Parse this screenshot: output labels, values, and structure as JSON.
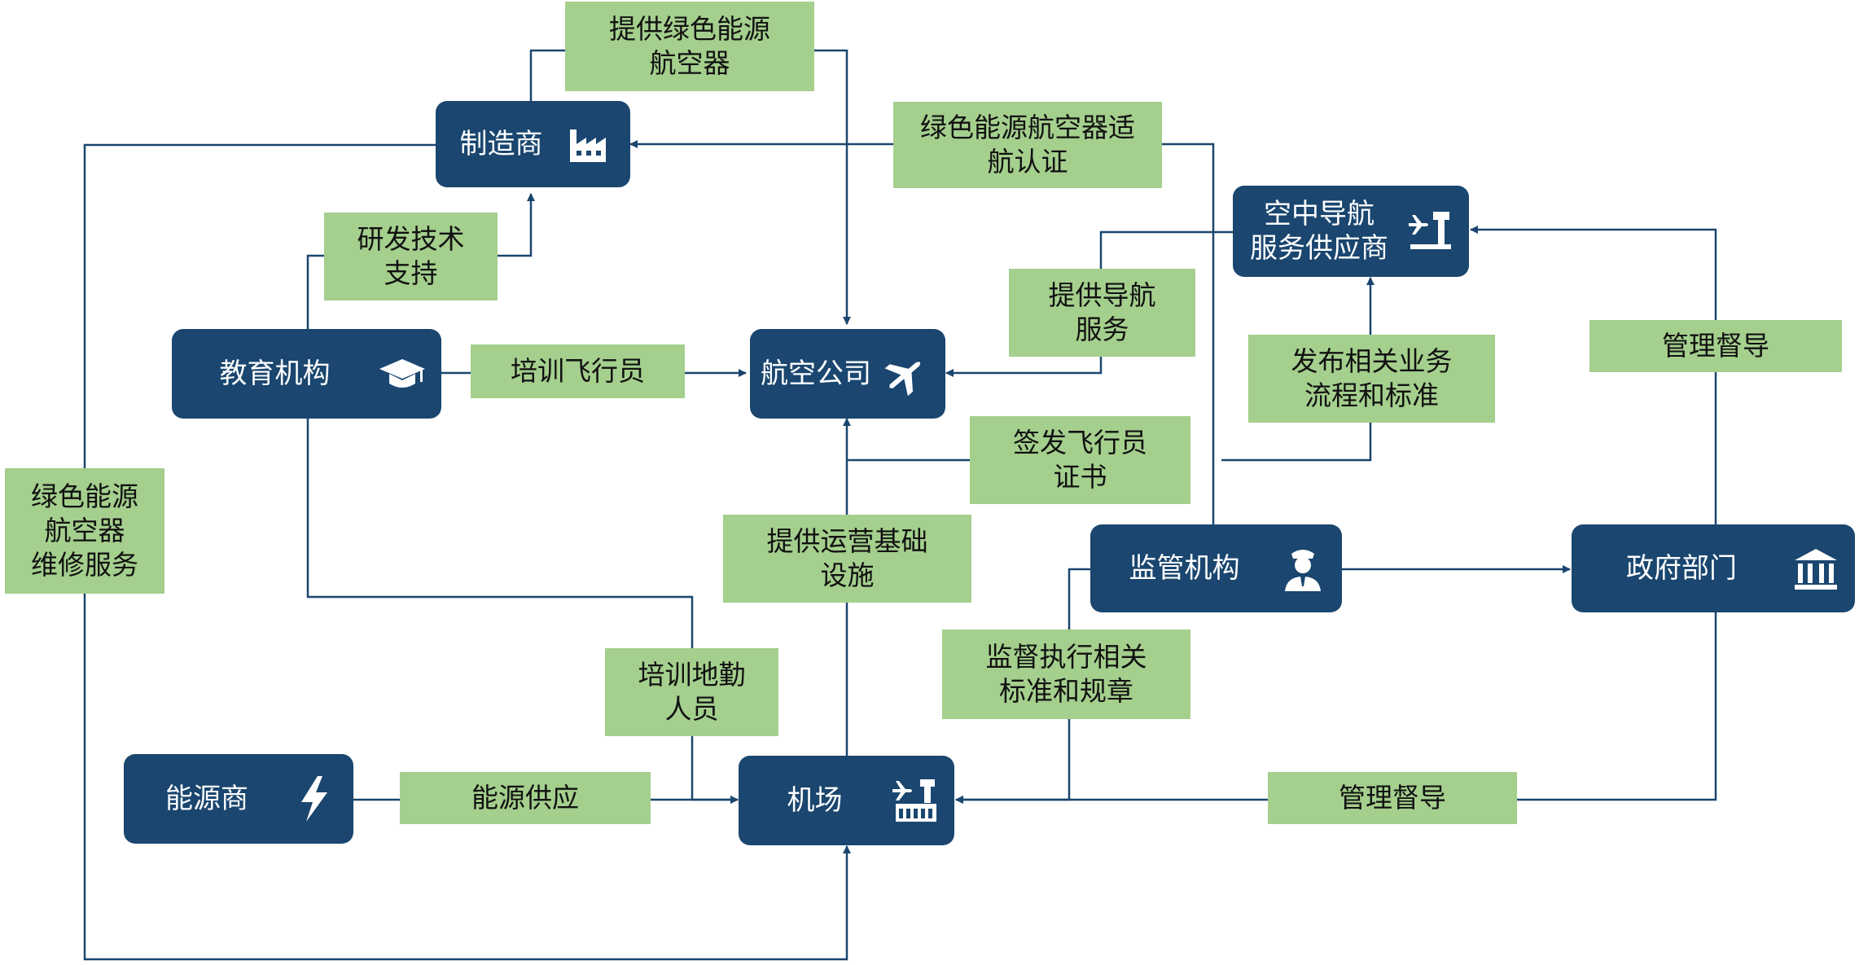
{
  "colors": {
    "node": "#1a466f",
    "tag": "#a4cf8d",
    "line": "#1a466f",
    "background": "#ffffff"
  },
  "nodes": {
    "manufacturer": {
      "label": "制造商",
      "icon": "factory-icon"
    },
    "education": {
      "label": "教育机构",
      "icon": "graduation-cap-icon"
    },
    "airline": {
      "label": "航空公司",
      "icon": "airplane-icon"
    },
    "air_navigation": {
      "label": "空中导航\n服务供应商",
      "icon": "control-tower-plane-icon"
    },
    "regulator": {
      "label": "监管机构",
      "icon": "officer-icon"
    },
    "government": {
      "label": "政府部门",
      "icon": "government-building-icon"
    },
    "energy": {
      "label": "能源商",
      "icon": "lightning-icon"
    },
    "airport": {
      "label": "机场",
      "icon": "airport-icon"
    }
  },
  "tags": {
    "supply_aircraft": "提供绿色能源\n航空器",
    "airworthiness": "绿色能源航空器适\n航认证",
    "rd_support": "研发技术\n支持",
    "train_pilots": "培训飞行员",
    "navigation_service": "提供导航\n服务",
    "publish_standards": "发布相关业务\n流程和标准",
    "government_guidance_top": "管理督导",
    "pilot_license": "签发飞行员\n证书",
    "maintenance": "绿色能源\n航空器\n维修服务",
    "infrastructure": "提供运营基础\n设施",
    "train_ground_staff": "培训地勤\n人员",
    "supervise": "监督执行相关\n标准和规章",
    "energy_supply": "能源供应",
    "government_guidance_bottom": "管理督导"
  }
}
